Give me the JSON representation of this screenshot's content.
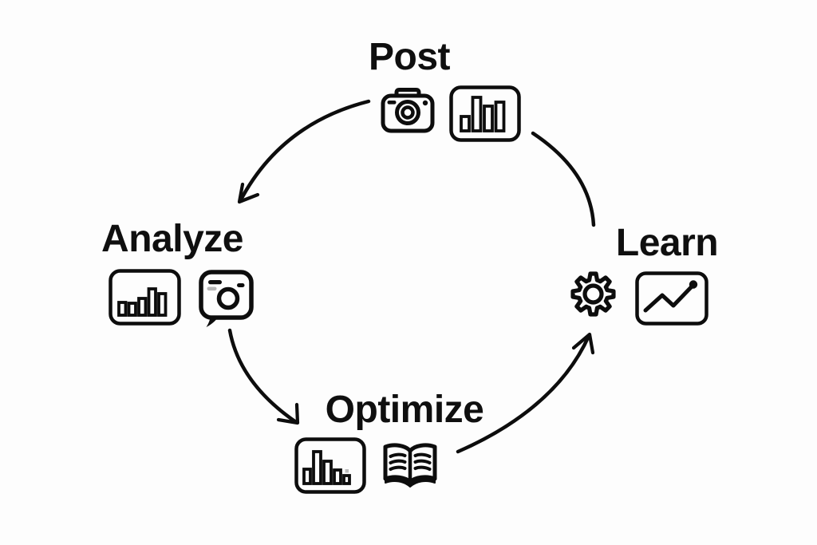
{
  "diagram": {
    "title": "Post Analyze Optimize Learn cycle",
    "background_color": "#fdfdfd",
    "ink_color": "#0d0d0d",
    "muted_gray": "#b6b6b6",
    "stages": [
      {
        "label": "Post",
        "position": "top",
        "icons": [
          "camera-icon",
          "bar-chart-icon"
        ]
      },
      {
        "label": "Analyze",
        "position": "left",
        "icons": [
          "bar-chart-icon",
          "instant-camera-icon"
        ]
      },
      {
        "label": "Optimize",
        "position": "bottom",
        "icons": [
          "bar-chart-icon",
          "open-book-icon"
        ]
      },
      {
        "label": "Learn",
        "position": "right",
        "icons": [
          "gear-icon",
          "line-chart-icon"
        ]
      }
    ],
    "arrows": [
      {
        "from": "Post",
        "to": "Analyze",
        "style": "curved",
        "arrowhead": true
      },
      {
        "from": "Analyze",
        "to": "Optimize",
        "style": "curved",
        "arrowhead": true
      },
      {
        "from": "Optimize",
        "to": "Learn",
        "style": "curved",
        "arrowhead": true
      },
      {
        "from": "Learn",
        "to": "Post",
        "style": "curved",
        "arrowhead": false
      }
    ]
  }
}
